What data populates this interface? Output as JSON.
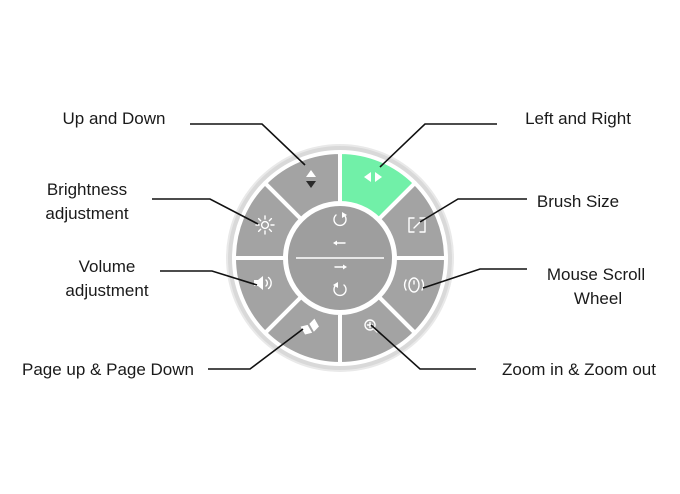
{
  "colors": {
    "segment": "#a3a3a3",
    "active_segment": "#71f0a8",
    "ring": "#d9d9d9",
    "center": "#9e9e9e",
    "line": "#111111",
    "text": "#1a1a1a"
  },
  "active_segment": "left-right",
  "labels": {
    "up_down": "Up and Down",
    "left_right": "Left and Right",
    "brightness_1": "Brightness",
    "brightness_2": "adjustment",
    "brush_size": "Brush Size",
    "volume_1": "Volume",
    "volume_2": "adjustment",
    "mouse_scroll_1": "Mouse Scroll",
    "mouse_scroll_2": "Wheel",
    "page_up_down": "Page up & Page Down",
    "zoom": "Zoom in & Zoom out"
  },
  "icons": {
    "up_down": "up-down-arrows-icon",
    "left_right": "left-right-arrows-icon",
    "brightness": "sun-icon",
    "brush_size": "resize-brackets-icon",
    "volume": "speaker-icon",
    "mouse_scroll": "scroll-wheel-icon",
    "page": "open-book-icon",
    "zoom": "magnifier-icon",
    "center_top": "rotate-ccw-icon",
    "center_left": "arrow-left-icon",
    "center_right": "arrow-right-icon",
    "center_bottom": "rotate-cw-icon"
  }
}
